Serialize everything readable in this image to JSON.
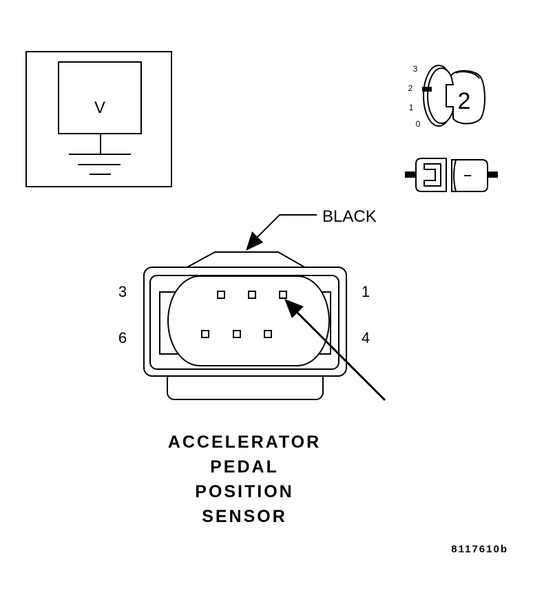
{
  "meter": {
    "symbol": "V"
  },
  "ignition_switch": {
    "positions": [
      "3",
      "2",
      "1",
      "0"
    ],
    "key_number": "2"
  },
  "connector": {
    "color_label": "BLACK",
    "pin_labels": {
      "top_left": "3",
      "bottom_left": "6",
      "top_right": "1",
      "bottom_right": "4"
    },
    "pin_count": 6
  },
  "component_title": {
    "lines": [
      "ACCELERATOR",
      "PEDAL",
      "POSITION",
      "SENSOR"
    ]
  },
  "figure_id": "8117610b"
}
